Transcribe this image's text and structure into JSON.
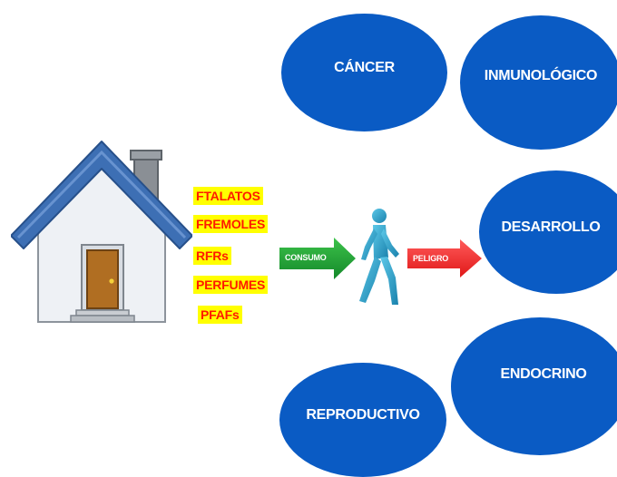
{
  "chemicals": [
    "FTALATOS",
    "FREMOLES",
    "RFRs",
    "PERFUMES",
    "PFAFs"
  ],
  "arrows": {
    "consumo": "CONSUMO",
    "peligro": "PELIGRO"
  },
  "outcomes": [
    "CÁNCER",
    "INMUNOLÓGICO",
    "DESARROLLO",
    "ENDOCRINO",
    "REPRODUCTIVO"
  ],
  "colors": {
    "chem_bg": "#ffff00",
    "chem_text": "#ff1a00",
    "consumo_arrow": "#1a9e2a",
    "peligro_arrow": "#ff2a2a",
    "person": "#2aa4c8",
    "bubble": "#0a5bc4"
  },
  "icons": [
    "house-icon",
    "walking-person-icon"
  ]
}
